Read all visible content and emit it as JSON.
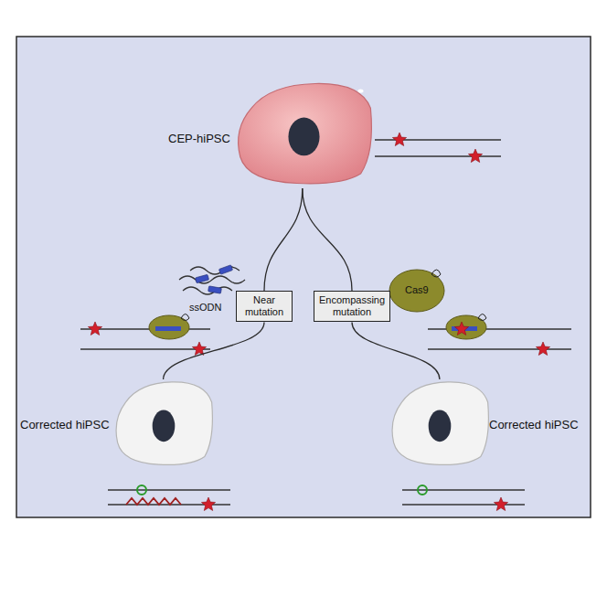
{
  "diagram": {
    "nodes": [
      {
        "text": [
          "CEP-hiPSC"
        ]
      },
      {
        "text": [
          "Near mutation"
        ]
      },
      {
        "text": [
          "Encompassing mutation"
        ]
      },
      {
        "text": [
          "Corrected hiPSC"
        ]
      },
      {
        "text": [
          "Corrected hiPSC"
        ]
      }
    ],
    "edges": [
      {
        "from": 0,
        "to": 1,
        "arrow": "none"
      },
      {
        "from": 0,
        "to": 2,
        "arrow": "none"
      },
      {
        "from": 1,
        "to": 3,
        "arrow": "none"
      },
      {
        "from": 2,
        "to": 4,
        "arrow": "none"
      }
    ],
    "labels": [
      "ssODN",
      "Cas9"
    ]
  }
}
